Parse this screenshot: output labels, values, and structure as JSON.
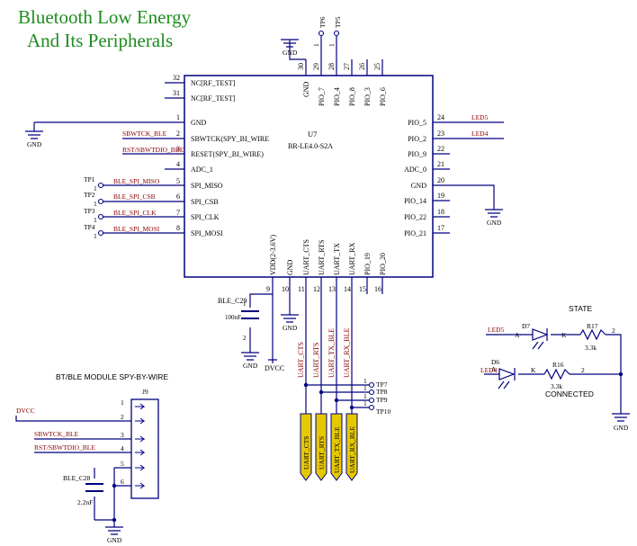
{
  "title": {
    "line1": "Bluetooth Low Energy",
    "line2": "And Its Peripherals"
  },
  "colors": {
    "wire": "#000080",
    "body": "#000080",
    "text": "#000000",
    "net": "#8b0000",
    "title": "#1e8c1e",
    "flag": "#e6c800"
  },
  "module": {
    "ref": "U7",
    "part": "BR-LE4.0-S2A",
    "left_pins": [
      {
        "num": "32",
        "name": "NC[RF_TEST]",
        "net": ""
      },
      {
        "num": "31",
        "name": "NC[RF_TEST]",
        "net": ""
      },
      {
        "num": "1",
        "name": "GND",
        "net": ""
      },
      {
        "num": "2",
        "name": "SBWTCK(SPY_BI_WIRE",
        "net": "SBWTCK_BLE"
      },
      {
        "num": "3",
        "name": "RESET(SPY_BI_WIRE)",
        "net": "RST/SBWTDIO_BBE"
      },
      {
        "num": "4",
        "name": "ADC_1",
        "net": ""
      },
      {
        "num": "5",
        "name": "SPI_MISO",
        "net": "BLE_SPI_MISO"
      },
      {
        "num": "6",
        "name": "SPI_CSB",
        "net": "BLE_SPI_CSB"
      },
      {
        "num": "7",
        "name": "SPI_CLK",
        "net": "BLE_SPI_CLK"
      },
      {
        "num": "8",
        "name": "SPI_MOSI",
        "net": "BLE_SPI_MOSI"
      }
    ],
    "right_pins": [
      {
        "num": "24",
        "name": "PIO_5",
        "net": "LED5"
      },
      {
        "num": "23",
        "name": "PIO_2",
        "net": "LED4"
      },
      {
        "num": "22",
        "name": "PIO_9",
        "net": ""
      },
      {
        "num": "21",
        "name": "ADC_0",
        "net": ""
      },
      {
        "num": "20",
        "name": "GND",
        "net": ""
      },
      {
        "num": "19",
        "name": "PIO_14",
        "net": ""
      },
      {
        "num": "18",
        "name": "PIO_22",
        "net": ""
      },
      {
        "num": "17",
        "name": "PIO_21",
        "net": ""
      }
    ],
    "top_pins": [
      {
        "num": "30",
        "name": "GND"
      },
      {
        "num": "29",
        "name": "PIO_7"
      },
      {
        "num": "28",
        "name": "PIO_4"
      },
      {
        "num": "27",
        "name": "PIO_8"
      },
      {
        "num": "26",
        "name": "PIO_3"
      },
      {
        "num": "25",
        "name": "PIO_6"
      }
    ],
    "bottom_pins": [
      {
        "num": "9",
        "name": "VDD(2-3.6V)"
      },
      {
        "num": "10",
        "name": "GND"
      },
      {
        "num": "11",
        "name": "UART_CTS"
      },
      {
        "num": "12",
        "name": "UART_RTS"
      },
      {
        "num": "13",
        "name": "UART_TX"
      },
      {
        "num": "14",
        "name": "UART_RX"
      },
      {
        "num": "15",
        "name": "PIO_19"
      },
      {
        "num": "16",
        "name": "PIO_20"
      }
    ]
  },
  "top_testpoints": [
    {
      "ref": "TP6",
      "pin": "1"
    },
    {
      "ref": "TP5",
      "pin": "1"
    }
  ],
  "left_testpoints": [
    {
      "ref": "TP1",
      "pin": "1"
    },
    {
      "ref": "TP2",
      "pin": "1"
    },
    {
      "ref": "TP3",
      "pin": "1"
    },
    {
      "ref": "TP4",
      "pin": "1"
    }
  ],
  "uart_testpoints": [
    {
      "ref": "TP7",
      "pin": "1"
    },
    {
      "ref": "TP8",
      "pin": "1"
    },
    {
      "ref": "TP9",
      "pin": "1"
    },
    {
      "ref": "TP10",
      "pin": "1"
    }
  ],
  "uart_nets": [
    {
      "wire": "UART_CTS",
      "flag": "UART_CTS"
    },
    {
      "wire": "UART_RTS",
      "flag": "UART_RTS"
    },
    {
      "wire": "UART_TX_BLE",
      "flag": "UART_TX_BLE"
    },
    {
      "wire": "UART_RX_BLE",
      "flag": "UART_RX_BLE"
    }
  ],
  "cap_c29": {
    "ref": "BLE_C29",
    "value": "100nF",
    "pin1": "1",
    "pin2": "2"
  },
  "dvcc": "DVCC",
  "gnd": "GND",
  "led_section": {
    "state_title": "STATE",
    "connected_title": "CONNECTED",
    "d7": {
      "ref": "D7",
      "net": "LED5",
      "a": "A",
      "k": "K"
    },
    "r17": {
      "ref": "R17",
      "value": "3.3k",
      "pin": "2"
    },
    "d6": {
      "ref": "D6",
      "net": "LED4",
      "a": "A",
      "k": "K"
    },
    "r16": {
      "ref": "R16",
      "value": "3.3k",
      "pin": "2"
    }
  },
  "spy_bi_wire": {
    "title": "BT/BLE MODULE SPY-BY-WIRE",
    "ref": "J9",
    "pins": [
      "1",
      "2",
      "3",
      "4",
      "5",
      "6"
    ],
    "nets": {
      "dvcc": "DVCC",
      "sbwtck": "SBWTCK_BLE",
      "rst": "RST/SBWTDIO_BLE"
    },
    "cap": {
      "ref": "BLE_C28",
      "value": "2.2nF"
    }
  }
}
